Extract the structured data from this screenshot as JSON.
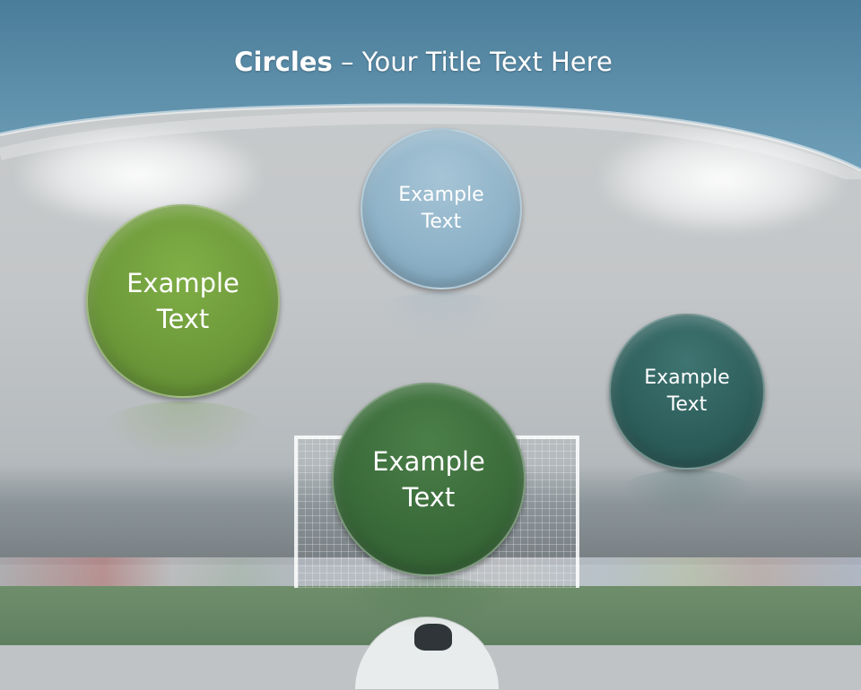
{
  "slide": {
    "title_bold": "Circles",
    "title_rest": " – Your Title Text Here"
  },
  "circles": [
    {
      "label": "Example\nText",
      "color": "#6e9a3a"
    },
    {
      "label": "Example\nText",
      "color": "#8fb3c8"
    },
    {
      "label": "Example\nText",
      "color": "#2e5f5c"
    },
    {
      "label": "Example\nText",
      "color": "#3a6b3a"
    }
  ]
}
